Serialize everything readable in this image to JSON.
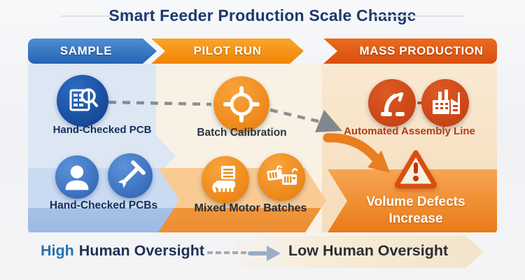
{
  "title": "Smart Feeder Production Scale Change",
  "banner": {
    "sample": "SAMPLE",
    "pilot_run": "PILOT RUN",
    "mass_production": "MASS PRODUCTION"
  },
  "columns": {
    "sample": {
      "row1_label": "Hand-Checked PCB",
      "row2_label": "Hand-Checked PCBs",
      "row1_icons": [
        "pcb-magnifier-icon"
      ],
      "row2_icons": [
        "person-icon",
        "caliper-icon"
      ]
    },
    "pilot_run": {
      "row1_label": "Batch Calibration",
      "row2_label": "Mixed Motor Batches",
      "row1_icons": [
        "calibration-target-icon"
      ],
      "row2_icons": [
        "motor-document-icon",
        "motor-boxes-icon"
      ]
    },
    "mass_production": {
      "row1_label": "Automated Assembly Line",
      "row2_label": "Volume Defects Increase",
      "row1_icons": [
        "robot-arm-icon",
        "factory-icon"
      ],
      "row2_icons": [
        "warning-triangle-icon"
      ]
    }
  },
  "footer": {
    "high_word": "High",
    "high_rest": "Human Oversight",
    "low_label": "Low Human Oversight"
  },
  "colors": {
    "sample_banner_blue": "#2f6db8",
    "pilot_banner_orange": "#f7941e",
    "mass_banner_red_orange": "#e05a12",
    "title_navy": "#1c3a6e",
    "label_navy": "#17305c",
    "assembly_label_red": "#b23b1b",
    "alert_band_orange": "#ed7d1a",
    "high_oversight_blue": "#2773ad",
    "sample_column_bg": "#dde7f4",
    "pilot_column_bg": "#f9f2e4",
    "mass_column_bg": "#f6dcba"
  }
}
